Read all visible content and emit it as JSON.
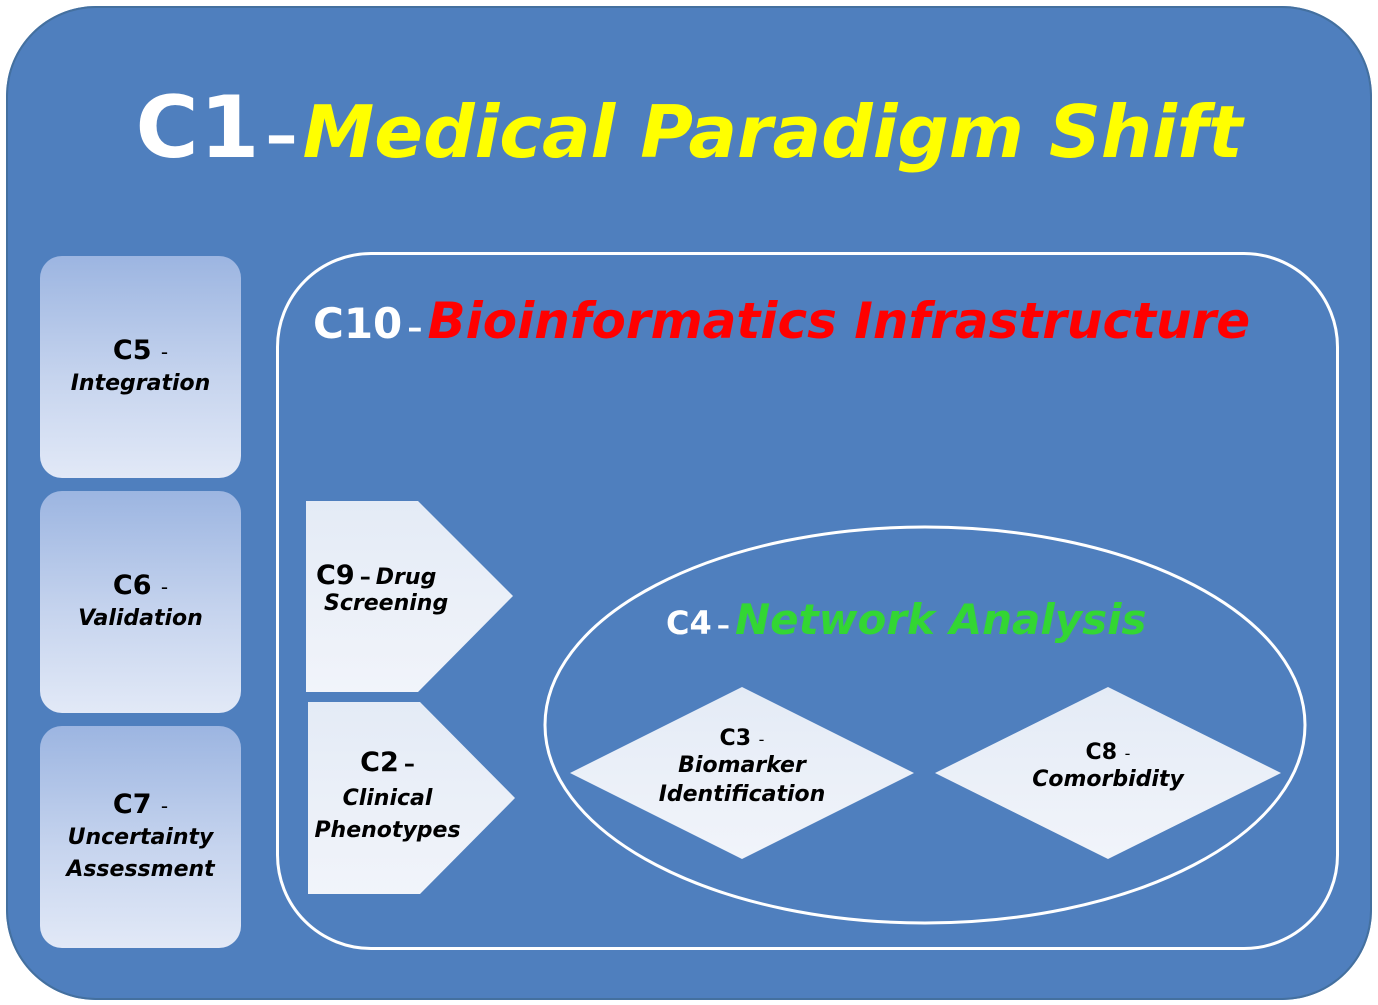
{
  "c1": {
    "code": "C1",
    "dash": "–",
    "name": "Medical Paradigm Shift"
  },
  "c10": {
    "code": "C10",
    "dash": "–",
    "name": "Bioinformatics Infrastructure"
  },
  "c5": {
    "code": "C5",
    "dash": "-",
    "label": "Integration"
  },
  "c6": {
    "code": "C6",
    "dash": "-",
    "label": "Validation"
  },
  "c7": {
    "code": "C7",
    "dash": "-",
    "label_line1": "Uncertainty",
    "label_line2": "Assessment"
  },
  "c9": {
    "code": "C9",
    "dash": "–",
    "label_line1": "Drug",
    "label_line2": "Screening"
  },
  "c2": {
    "code": "C2",
    "dash": "–",
    "label_line1": "Clinical",
    "label_line2": "Phenotypes"
  },
  "c4": {
    "code": "C4",
    "dash": "–",
    "name": "Network Analysis"
  },
  "c3": {
    "code": "C3",
    "dash": "-",
    "label_line1": "Biomarker",
    "label_line2": "Identification"
  },
  "c8": {
    "code": "C8",
    "dash": "-",
    "label": "Comorbidity"
  },
  "colors": {
    "background": "#4f7fbe",
    "c1_title": "#ffff00",
    "c10_title": "#ff0000",
    "c4_title": "#33d633"
  }
}
